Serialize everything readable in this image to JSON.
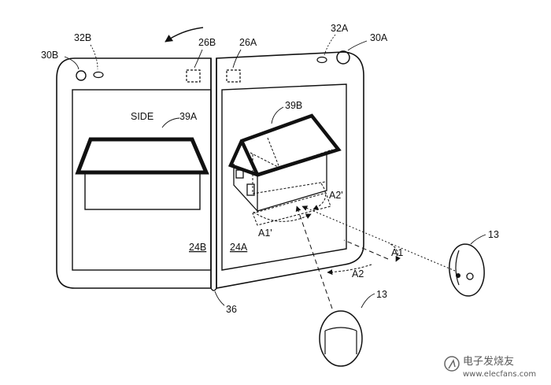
{
  "labels": {
    "ref_30B": "30B",
    "ref_32B": "32B",
    "ref_26B": "26B",
    "ref_26A": "26A",
    "ref_32A": "32A",
    "ref_30A": "30A",
    "side": "SIDE",
    "ref_39A": "39A",
    "ref_39B": "39B",
    "ref_A2_prime": "A2'",
    "ref_A1_prime": "A1'",
    "ref_24B": "24B",
    "ref_24A": "24A",
    "ref_A1": "A1",
    "ref_A2": "A2",
    "ref_13_right": "13",
    "ref_36": "36",
    "ref_13_bottom": "13"
  },
  "watermark": {
    "text": "电子发烧友",
    "url": "www.elecfans.com"
  }
}
